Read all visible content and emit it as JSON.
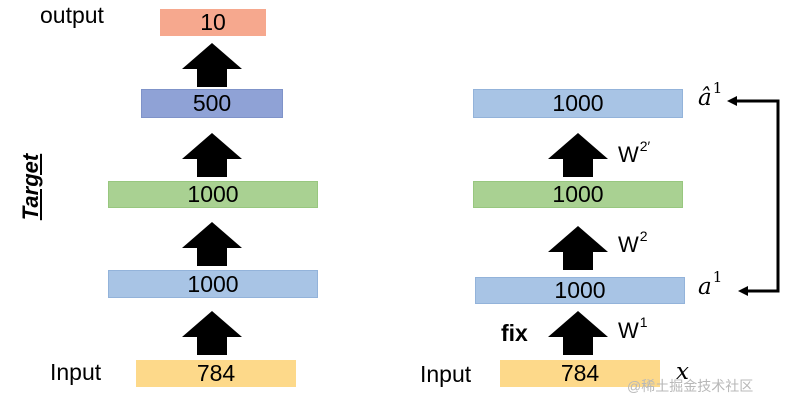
{
  "left": {
    "output_label": "output",
    "input_label": "Input",
    "target_label": "Target",
    "layers": {
      "input": "784",
      "h1": "1000",
      "h2": "1000",
      "h3": "500",
      "output": "10"
    }
  },
  "right": {
    "input_label": "Input",
    "fix_label": "fix",
    "layers": {
      "input": "784",
      "h1": "1000",
      "h2": "1000",
      "recon": "1000"
    },
    "weights": {
      "w1": {
        "base": "W",
        "sup": "1"
      },
      "w2": {
        "base": "W",
        "sup": "2"
      },
      "w2p": {
        "base": "W",
        "sup": "2′"
      }
    },
    "math": {
      "x": "x",
      "a1": {
        "base": "a",
        "sup": "1"
      },
      "a1_hat": {
        "base": "â",
        "sup": "1"
      }
    }
  },
  "watermark": "@稀土掘金技术社区",
  "colors": {
    "input": "#fdd98a",
    "blue": "#a8c4e5",
    "green": "#a9d192",
    "purple": "#8fa2d6",
    "orange": "#f6a88e"
  }
}
